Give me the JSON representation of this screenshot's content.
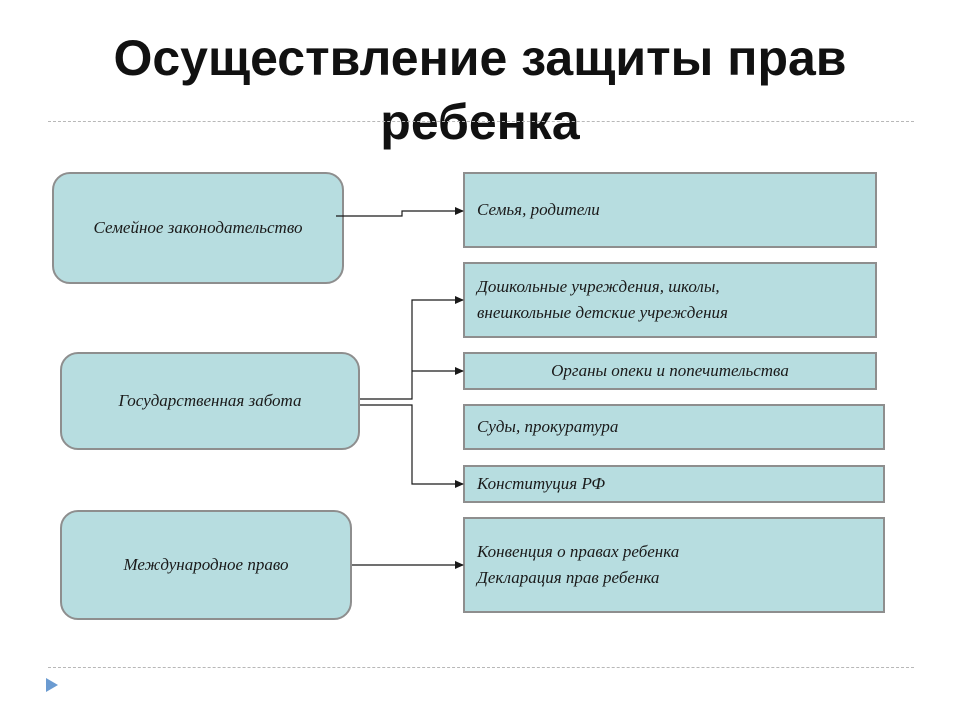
{
  "title": {
    "line1": "Осуществление защиты прав",
    "line2": "ребенка"
  },
  "sources": {
    "family_law": "Семейное законодательство",
    "state_care": "Государственная забота",
    "intl_law": "Международное право"
  },
  "targets": {
    "family": "Семья, родители",
    "institutions": {
      "line1": "Дошкольные учреждения, школы,",
      "line2": "внешкольные детские учреждения"
    },
    "guardianship": "Органы опеки и попечительства",
    "courts": "Суды, прокуратура",
    "constitution": "Конституция РФ",
    "convention": {
      "line1": "Конвенция о правах ребенка",
      "line2": "Декларация прав ребенка"
    }
  },
  "colors": {
    "box_fill": "#b7dde0",
    "box_border": "#8e8e8e",
    "arrow": "#1a1a1a",
    "nav_icon": "#6b9bd1"
  },
  "icons": {
    "nav": "triangle-play-icon"
  }
}
